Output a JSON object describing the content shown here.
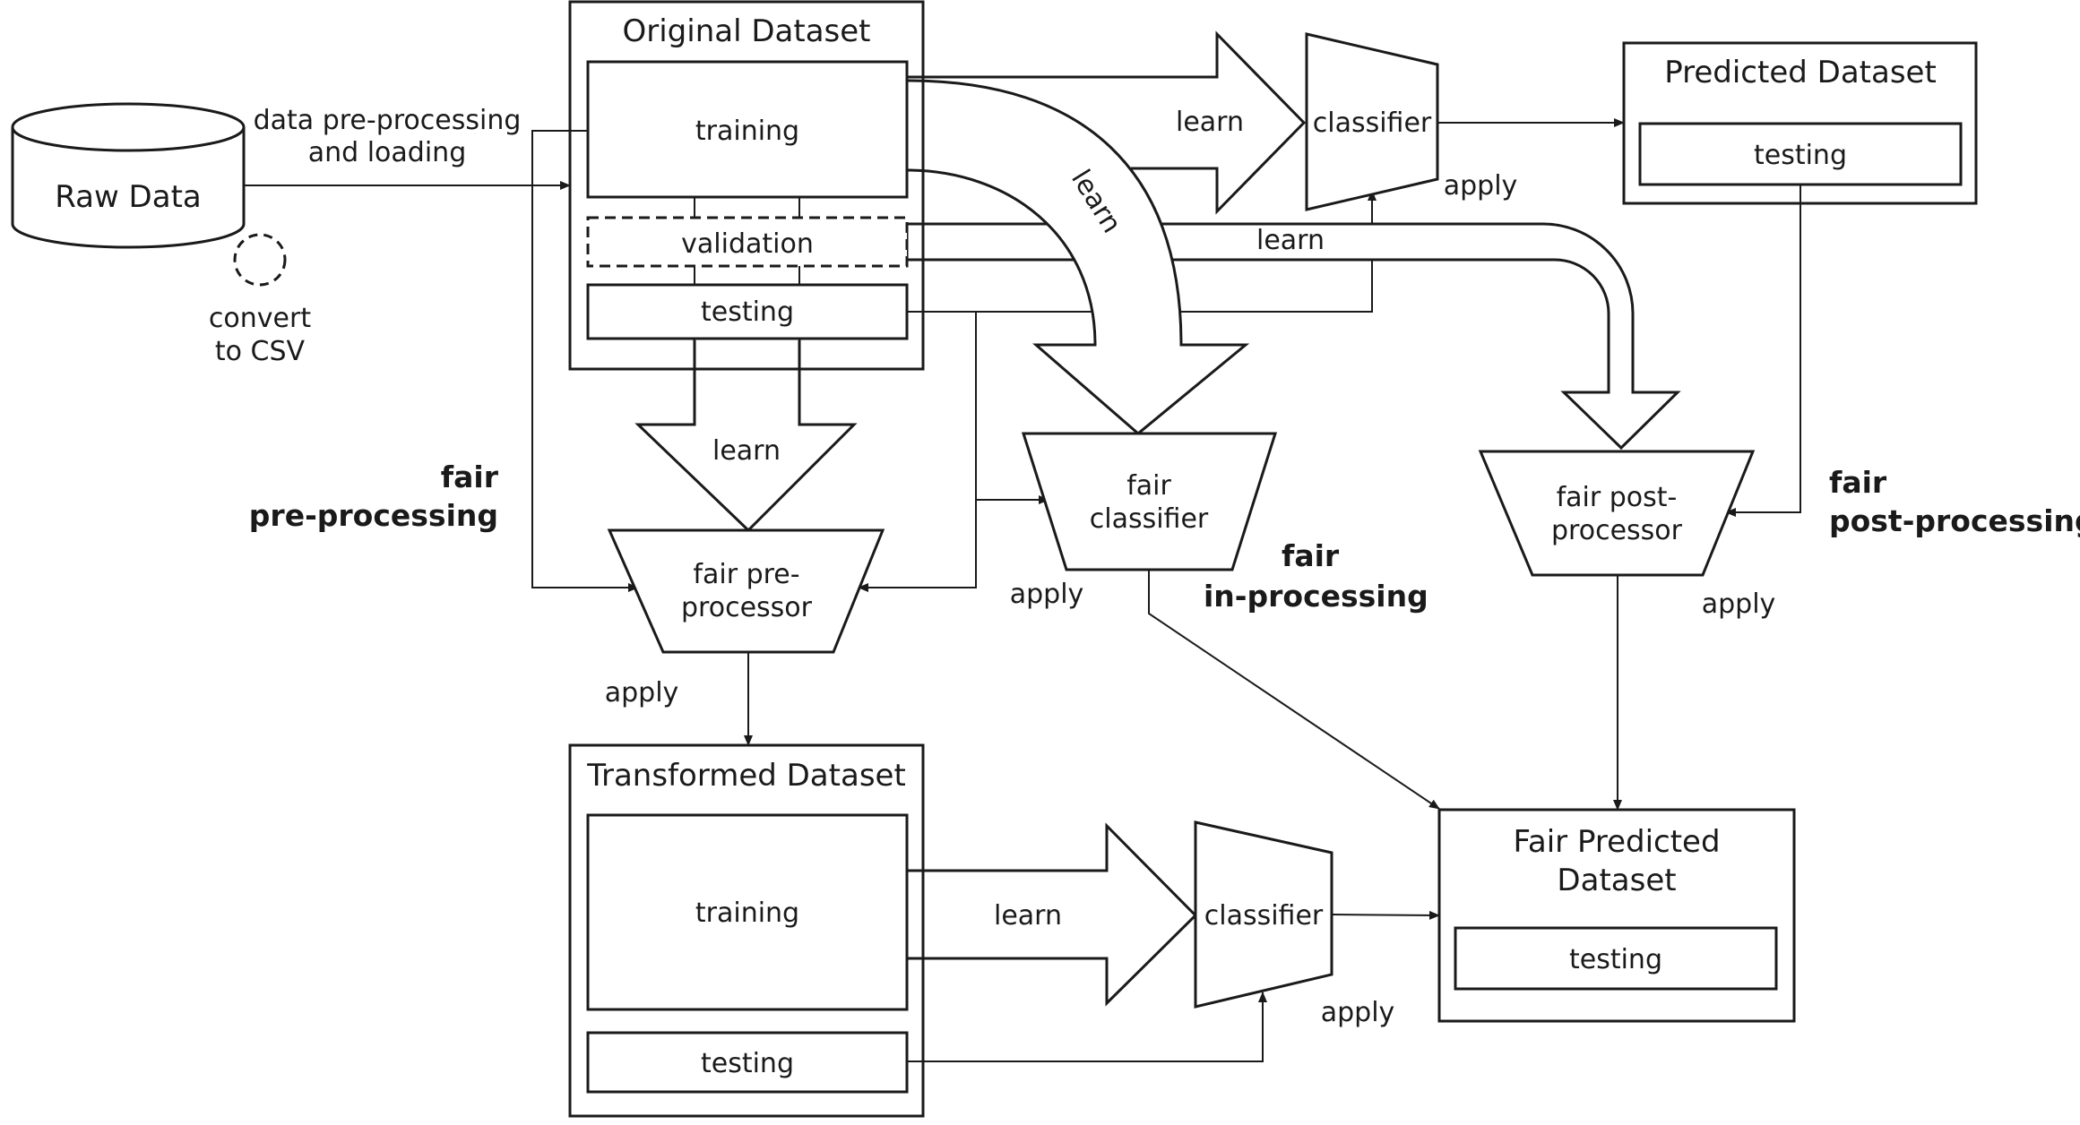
{
  "raw_data": {
    "label": "Raw Data",
    "convert_label_1": "convert",
    "convert_label_2": "to CSV"
  },
  "preprocessing_edge": {
    "line1": "data pre-processing",
    "line2": "and loading"
  },
  "original_dataset": {
    "title": "Original Dataset",
    "training": "training",
    "validation": "validation",
    "testing": "testing"
  },
  "predicted_dataset": {
    "title": "Predicted Dataset",
    "testing": "testing"
  },
  "transformed_dataset": {
    "title": "Transformed Dataset",
    "training": "training",
    "testing": "testing"
  },
  "fair_predicted_dataset": {
    "title_line1": "Fair Predicted",
    "title_line2": "Dataset",
    "testing": "testing"
  },
  "classifier_top": {
    "label": "classifier"
  },
  "classifier_bottom": {
    "label": "classifier"
  },
  "fair_preprocessor": {
    "line1": "fair pre-",
    "line2": "processor"
  },
  "fair_classifier": {
    "line1": "fair",
    "line2": "classifier"
  },
  "fair_postprocessor": {
    "line1": "fair post-",
    "line2": "processor"
  },
  "flow_labels": {
    "learn_top": "learn",
    "learn_curve": "learn",
    "learn_validation": "learn",
    "learn_preproc": "learn",
    "learn_bottom": "learn",
    "apply_top": "apply",
    "apply_preproc": "apply",
    "apply_fair_classifier": "apply",
    "apply_postproc": "apply",
    "apply_bottom": "apply"
  },
  "sections": {
    "preprocessing_line1": "fair",
    "preprocessing_line2": "pre-processing",
    "inprocessing_line1": "fair",
    "inprocessing_line2": "in-processing",
    "postprocessing_line1": "fair",
    "postprocessing_line2": "post-processing"
  }
}
